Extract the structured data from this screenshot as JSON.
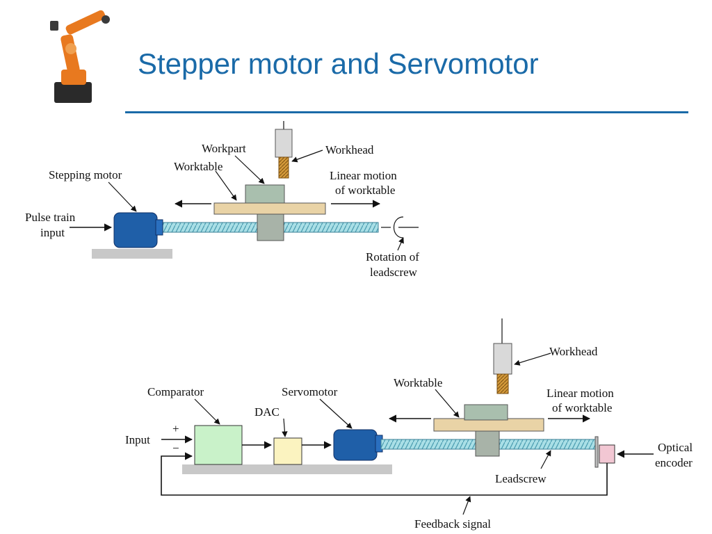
{
  "slide": {
    "title": "Stepper motor and Servomotor",
    "accent_color": "#1a6aa8",
    "logo_icon": "industrial-robot-icon"
  },
  "stepper_diagram": {
    "labels": {
      "workpart": "Workpart",
      "workhead": "Workhead",
      "worktable": "Worktable",
      "stepping_motor": "Stepping motor",
      "linear_motion_line1": "Linear motion",
      "linear_motion_line2": "of worktable",
      "pulse_train_line1": "Pulse train",
      "pulse_train_line2": "input",
      "rotation_line1": "Rotation of",
      "rotation_line2": "leadscrew"
    }
  },
  "servo_diagram": {
    "labels": {
      "workhead": "Workhead",
      "worktable": "Worktable",
      "comparator": "Comparator",
      "servomotor": "Servomotor",
      "dac": "DAC",
      "linear_motion_line1": "Linear motion",
      "linear_motion_line2": "of worktable",
      "input": "Input",
      "plus": "+",
      "minus": "−",
      "optical_line1": "Optical",
      "optical_line2": "encoder",
      "leadscrew": "Leadscrew",
      "feedback": "Feedback signal"
    }
  },
  "colors": {
    "motor": "#1f5fa8",
    "screw": "#a9dfe6",
    "table": "#e9d3a6",
    "workpart": "#a9bfae",
    "block": "#a8b3a8",
    "base": "#c8c8c8",
    "tool": "#d49a3a",
    "comparator": "#c9f2c9",
    "dac": "#fbf3c0",
    "encoder": "#f2c7d3"
  }
}
